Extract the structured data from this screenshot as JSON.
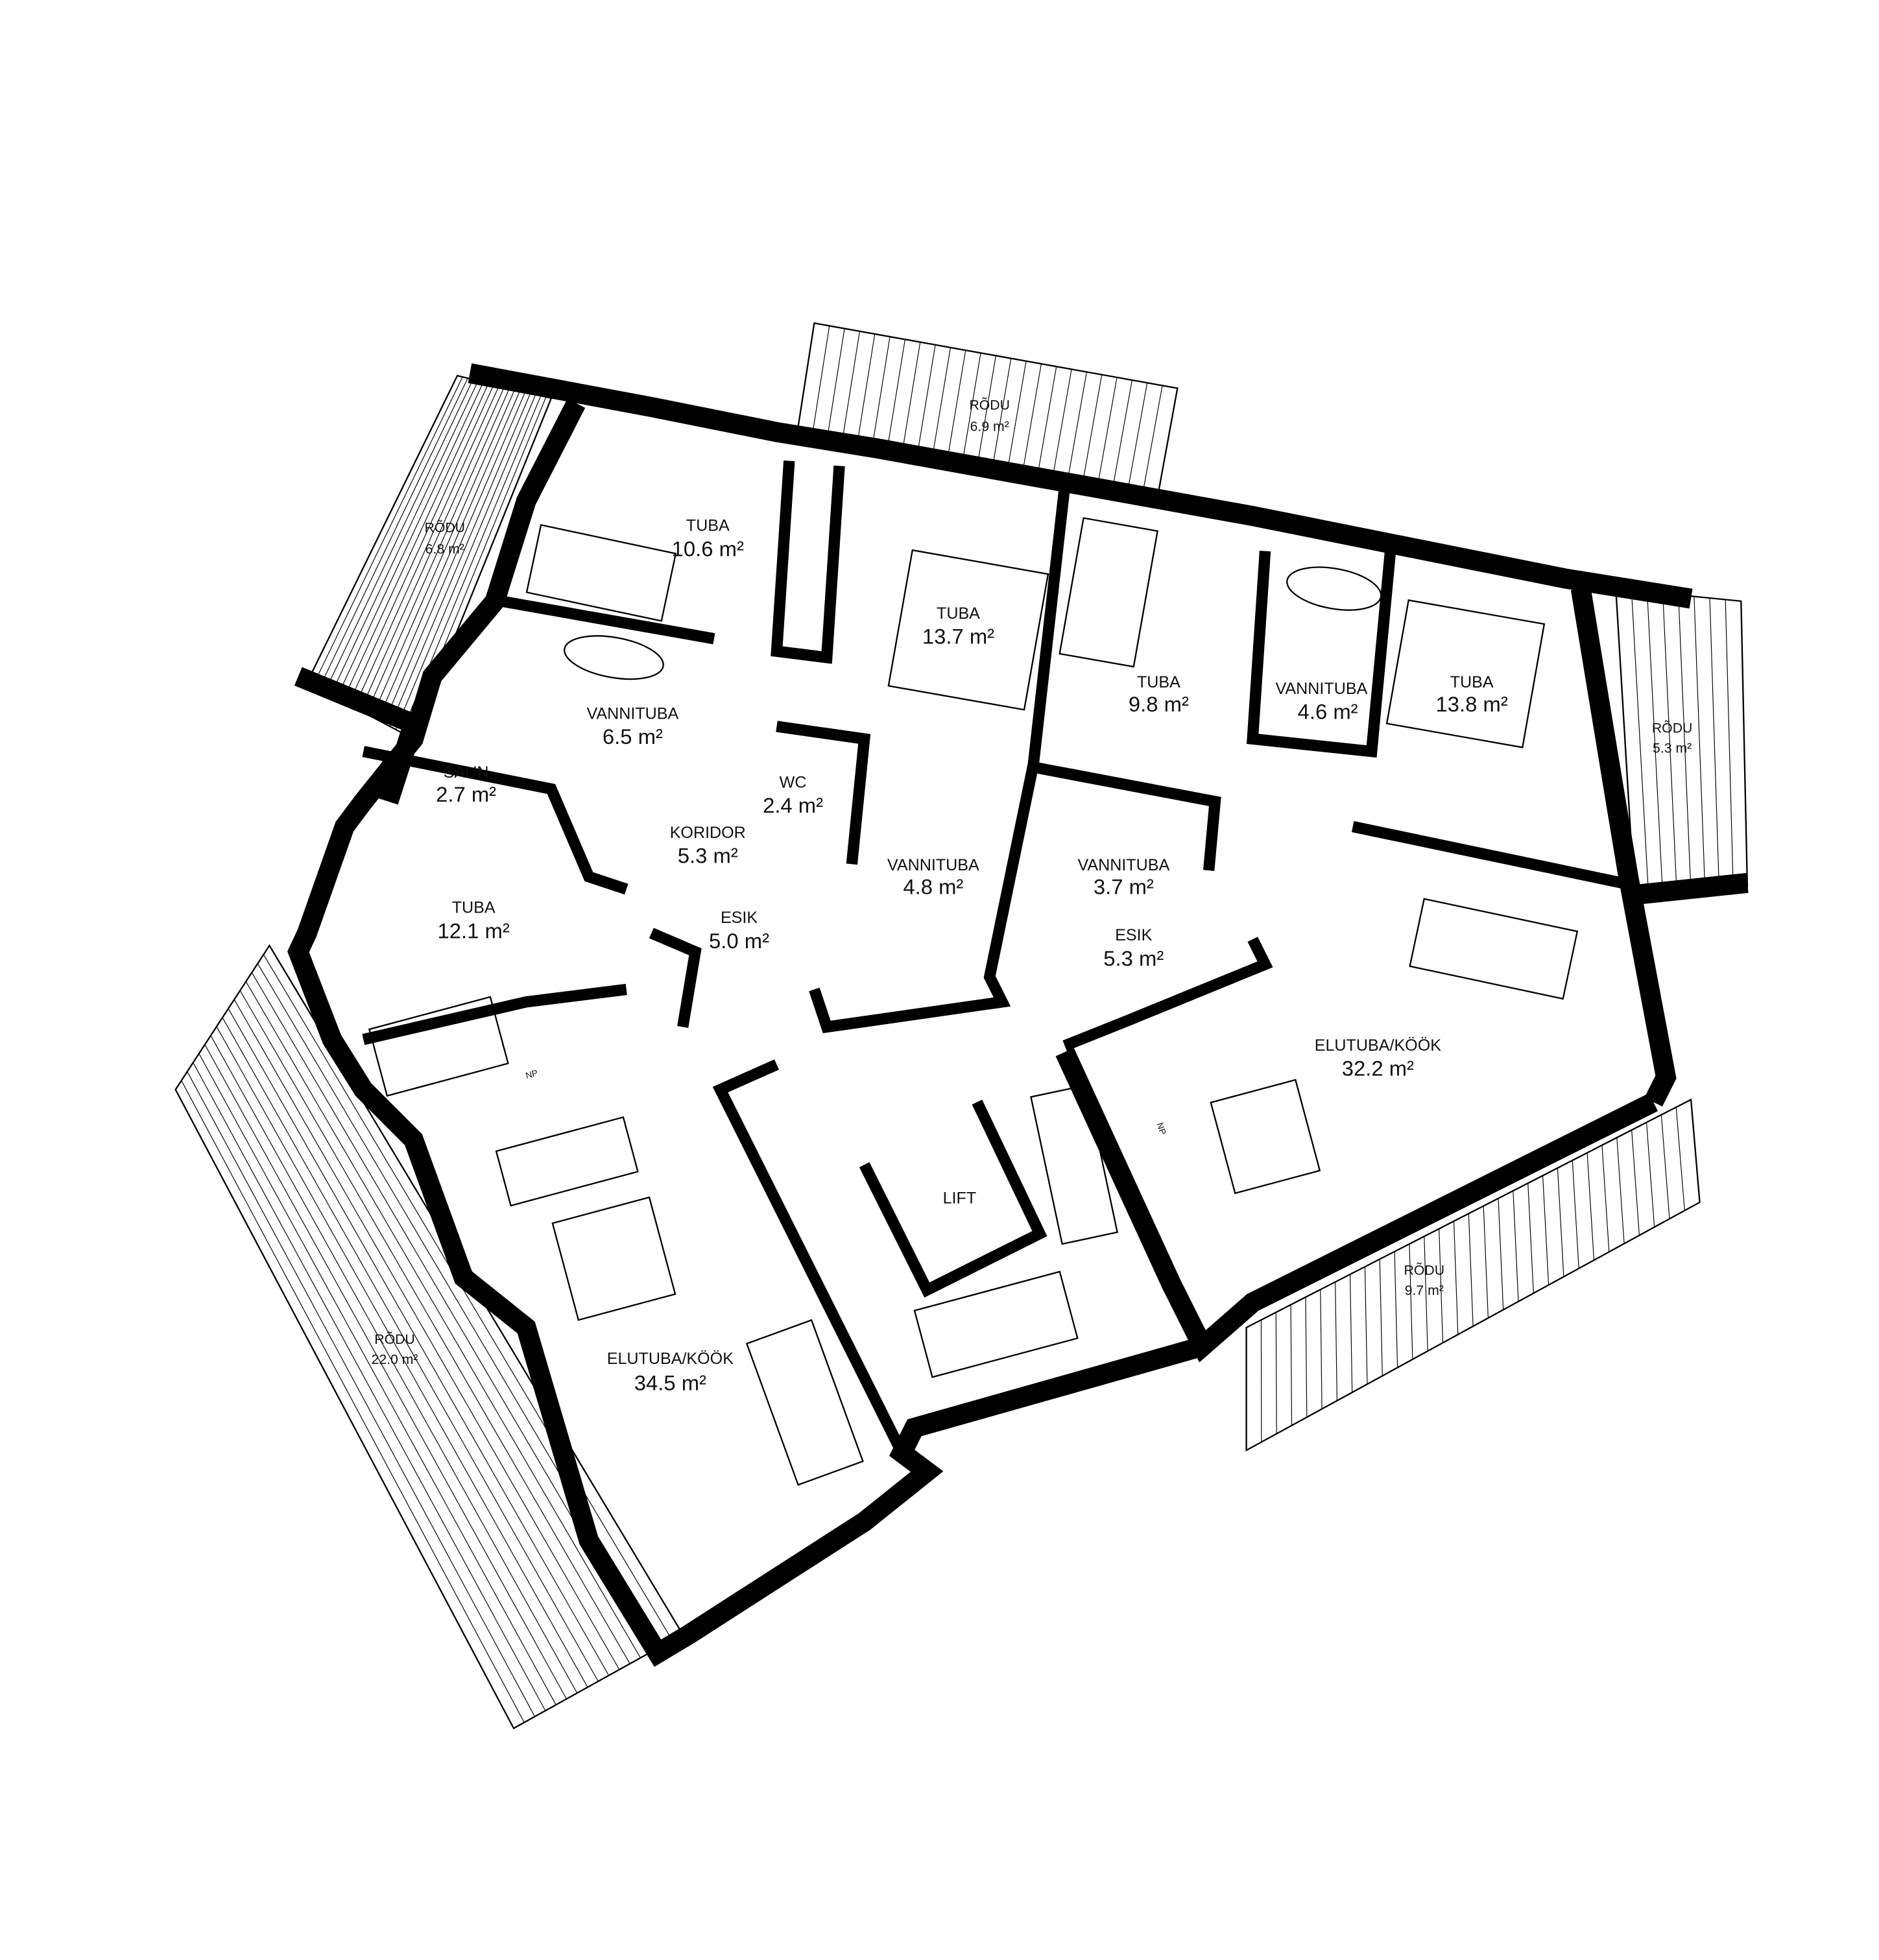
{
  "rooms": {
    "rodu_top": {
      "name": "RÕDU",
      "area": "6.9 m²"
    },
    "rodu_top_left": {
      "name": "RÕDU",
      "area": "6.8 m²"
    },
    "tuba_1": {
      "name": "TUBA",
      "area": "10.6 m²"
    },
    "tuba_2": {
      "name": "TUBA",
      "area": "13.7 m²"
    },
    "tuba_3": {
      "name": "TUBA",
      "area": "9.8 m²"
    },
    "vannituba_46": {
      "name": "VANNITUBA",
      "area": "4.6 m²"
    },
    "tuba_4": {
      "name": "TUBA",
      "area": "13.8 m²"
    },
    "rodu_right": {
      "name": "RÕDU",
      "area": "5.3 m²"
    },
    "vannituba_65": {
      "name": "VANNITUBA",
      "area": "6.5 m²"
    },
    "saun": {
      "name": "SAUN",
      "area": "2.7 m²"
    },
    "wc": {
      "name": "WC",
      "area": "2.4 m²"
    },
    "koridor": {
      "name": "KORIDOR",
      "area": "5.3 m²"
    },
    "vannituba_48": {
      "name": "VANNITUBA",
      "area": "4.8 m²"
    },
    "vannituba_37": {
      "name": "VANNITUBA",
      "area": "3.7 m²"
    },
    "tuba_5": {
      "name": "TUBA",
      "area": "12.1 m²"
    },
    "esik_1": {
      "name": "ESIK",
      "area": "5.0 m²"
    },
    "esik_2": {
      "name": "ESIK",
      "area": "5.3 m²"
    },
    "elutuba_right": {
      "name": "ELUTUBA/KÖÖK",
      "area": "32.2 m²"
    },
    "lift": {
      "name": "LIFT"
    },
    "rodu_left": {
      "name": "RÕDU",
      "area": "22.0 m²"
    },
    "rodu_bottom_right": {
      "name": "RÕDU",
      "area": "9.7 m²"
    },
    "elutuba_left": {
      "name": "ELUTUBA/KÖÖK",
      "area": "34.5 m²"
    }
  },
  "appliance_labels": {
    "np_left": "NP",
    "np_right": "NP"
  }
}
